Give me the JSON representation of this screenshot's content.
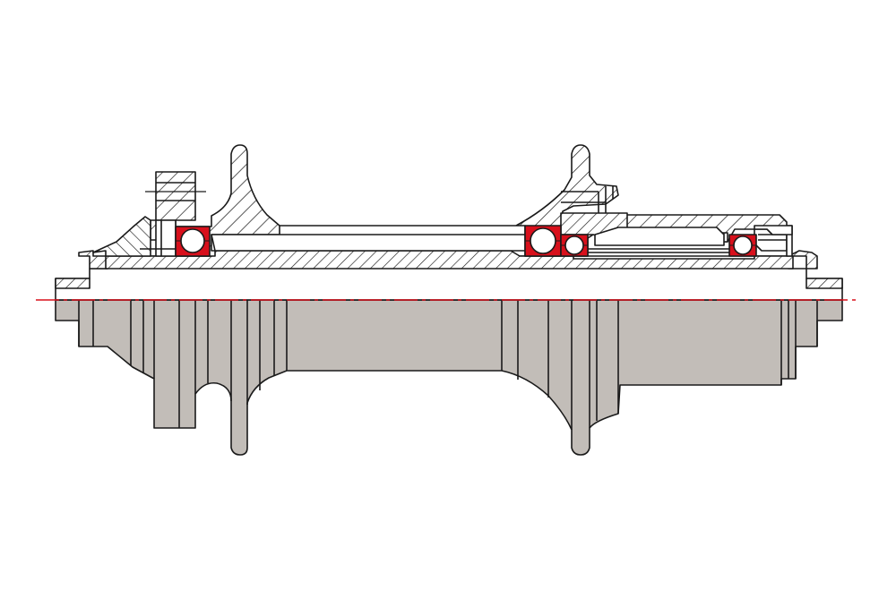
{
  "diagram": {
    "kind": "hub cross-section drawing",
    "labels": [],
    "colors": {
      "background": "#ffffff",
      "outline": "#1a1a1a",
      "hatch": "#1a1a1a",
      "body_fill": "#c2bdb8",
      "bearing_race": "#d8101c",
      "bearing_ball": "#ffffff",
      "centerline": "#d8101c"
    },
    "parts": {
      "bearings": [
        "left-bearing",
        "mid-bearing-1",
        "mid-bearing-2",
        "right-bearing"
      ]
    }
  }
}
